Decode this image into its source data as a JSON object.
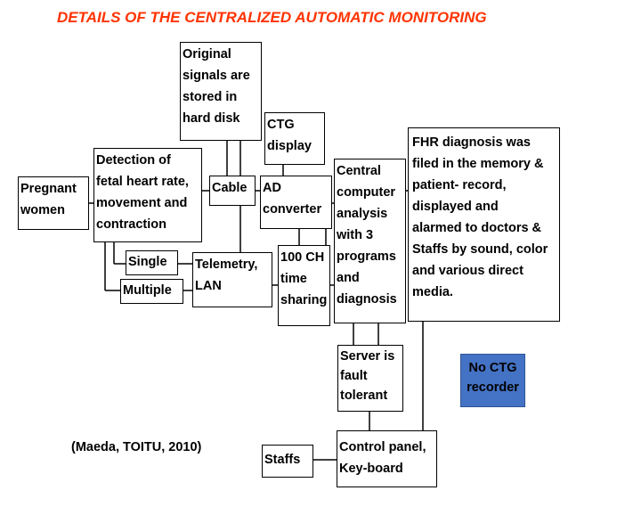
{
  "title": "DETAILS OF THE CENTRALIZED AUTOMATIC MONITORING",
  "nodes": {
    "pregnant": "Pregnant\nwomen",
    "detection": "Detection of\nfetal heart rate,\nmovement and\ncontraction",
    "original": "Original\nsignals are\nstored in\nhard disk",
    "ctg_display": "CTG\n display",
    "cable": "Cable",
    "ad": "AD\nconverter",
    "single": "Single",
    "multiple": "Multiple",
    "telemetry": "Telemetry,\nLAN",
    "ch100": "100 CH\ntime\nsharing",
    "central": "Central\ncomputer\nanalysis\nwith 3\nprograms\nand\ndiagnosis",
    "fhr": "FHR diagnosis was\nfiled in the memory &\npatient- record,\ndisplayed and\nalarmed to doctors &\nStaffs by sound, color\nand various direct\nmedia.",
    "server": "Server is\nfault\ntolerant",
    "no_ctg": "No CTG\nrecorder",
    "control": "Control panel,\nKey-board",
    "staffs": "Staffs"
  },
  "citation": "(Maeda, TOITU, 2010)",
  "colors": {
    "title": "#ff3300",
    "highlight_box": "#4472c4"
  }
}
